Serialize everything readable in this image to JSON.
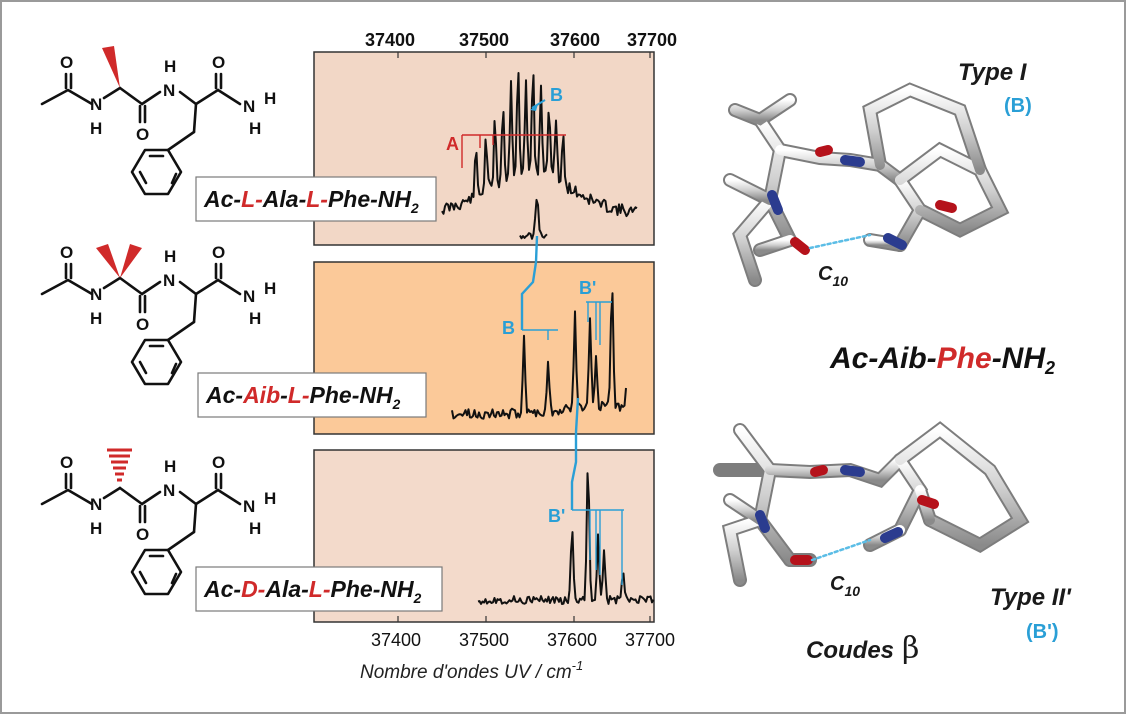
{
  "colors": {
    "panel_top": "#f2d7c6",
    "panel_mid": "#fbc999",
    "panel_bottom": "#f3dacb",
    "red": "#d02a2a",
    "blue": "#2a9fd6",
    "black": "#111111"
  },
  "axis": {
    "top_ticks": [
      "37400",
      "37500",
      "37600",
      "37700"
    ],
    "bottom_ticks": [
      "37400",
      "37500",
      "37600",
      "37700"
    ],
    "xlabel": "Nombre d'ondes UV / cm",
    "xlabel_sup": "-1"
  },
  "molecules": [
    {
      "parts": [
        {
          "t": "Ac-",
          "c": "black"
        },
        {
          "t": "L-",
          "c": "red"
        },
        {
          "t": "Ala-",
          "c": "black"
        },
        {
          "t": "L-",
          "c": "red"
        },
        {
          "t": "Phe-NH",
          "c": "black"
        }
      ],
      "sub": "2",
      "wedge": "single"
    },
    {
      "parts": [
        {
          "t": "Ac-",
          "c": "black"
        },
        {
          "t": "Aib",
          "c": "red"
        },
        {
          "t": "-",
          "c": "black"
        },
        {
          "t": "L-",
          "c": "red"
        },
        {
          "t": "Phe-NH",
          "c": "black"
        }
      ],
      "sub": "2",
      "wedge": "double"
    },
    {
      "parts": [
        {
          "t": "Ac-",
          "c": "black"
        },
        {
          "t": "D-",
          "c": "red"
        },
        {
          "t": "Ala-",
          "c": "black"
        },
        {
          "t": "L-",
          "c": "red"
        },
        {
          "t": "Phe-NH",
          "c": "black"
        }
      ],
      "sub": "2",
      "wedge": "hashed"
    }
  ],
  "atoms": {
    "o": "O",
    "n": "N",
    "h": "H"
  },
  "spectrum_labels": {
    "top_a": "A",
    "top_b": "B",
    "mid_b": "B",
    "mid_bprime": "B'",
    "bottom_bprime": "B'"
  },
  "right": {
    "type1": "Type I",
    "type1_sub": "(B)",
    "center_title": {
      "parts": [
        {
          "t": "Ac-Aib-",
          "c": "black"
        },
        {
          "t": "Phe",
          "c": "red"
        },
        {
          "t": "-NH",
          "c": "black"
        }
      ],
      "sub": "2"
    },
    "c10": "C",
    "c10_sub": "10",
    "type2": "Type II'",
    "type2_sub": "(B')",
    "coudes": "Coudes",
    "beta": "β"
  }
}
